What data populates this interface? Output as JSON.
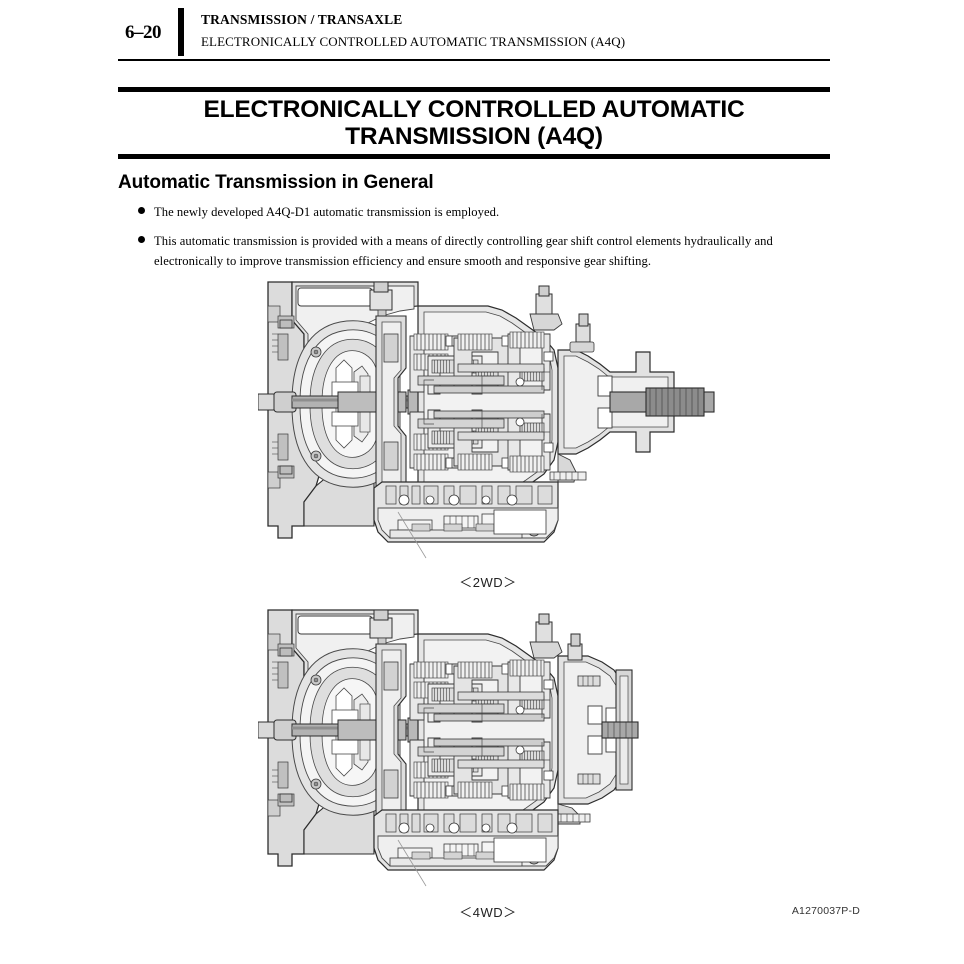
{
  "header": {
    "page_number": "6–20",
    "line_1": "TRANSMISSION / TRANSAXLE",
    "line_2": "ELECTRONICALLY CONTROLLED AUTOMATIC TRANSMISSION (A4Q)"
  },
  "title": {
    "text": "ELECTRONICALLY CONTROLLED AUTOMATIC TRANSMISSION (A4Q)"
  },
  "section": {
    "heading": "Automatic Transmission in General",
    "bullets": [
      "The newly developed A4Q-D1 automatic transmission is employed.",
      "This automatic transmission is provided with a means of directly controlling gear shift control elements hydraulically and electronically to improve transmission efficiency and ensure smooth and responsive gear shifting."
    ]
  },
  "figures": {
    "fig_2wd": {
      "caption": "＜2WD＞",
      "alt": "cutaway-section-automatic-transmission-2wd"
    },
    "fig_4wd": {
      "caption": "＜4WD＞",
      "alt": "cutaway-section-automatic-transmission-4wd"
    },
    "code": "A1270037P-D"
  },
  "colors": {
    "ink": "#000000",
    "line": "#3a3a3a",
    "fill_light": "#f2f2f2",
    "fill_mid": "#e0e0e0",
    "fill_dark": "#c9c9c9",
    "fill_darker": "#b0b0b0",
    "shaft": "#9a9a9a"
  }
}
